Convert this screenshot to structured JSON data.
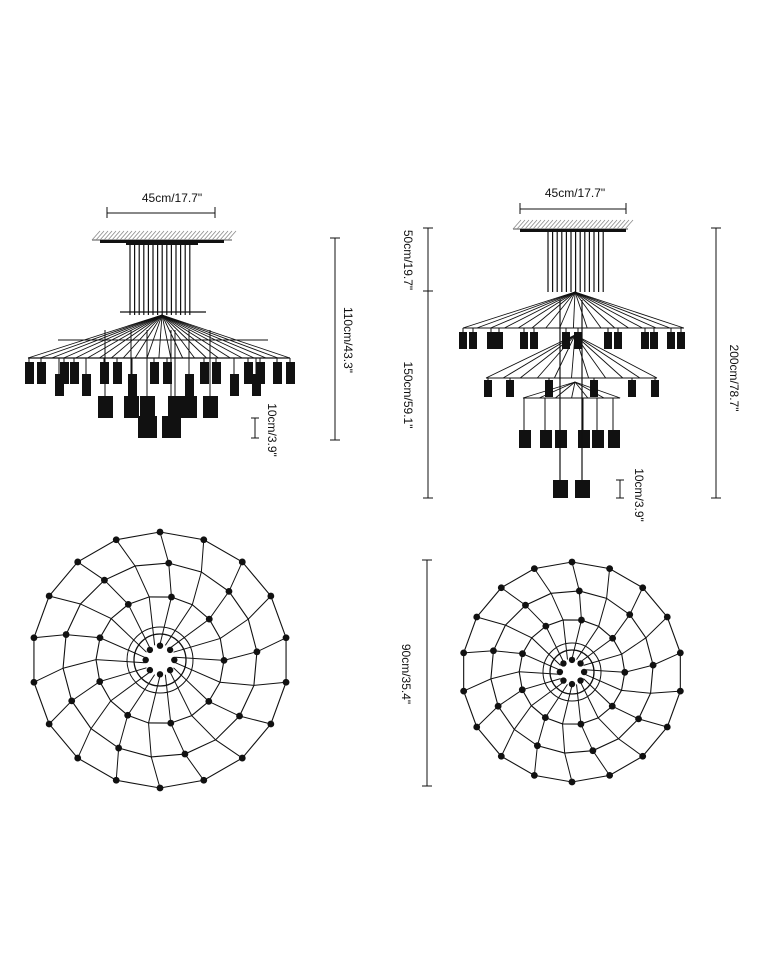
{
  "colors": {
    "ink": "#111111",
    "ceiling_hatch": "#8a8a8a",
    "background": "#ffffff"
  },
  "left": {
    "width_label": "45cm/17.7\"",
    "height_label": "110cm/43.3\"",
    "shade_label": "10cm/3.9\""
  },
  "right": {
    "width_label": "45cm/17.7\"",
    "cord_label": "50cm/19.7\"",
    "body_label": "150cm/59.1\"",
    "total_label": "200cm/78.7\"",
    "shade_label": "10cm/3.9\"",
    "diameter_label": "90cm/35.4\""
  }
}
